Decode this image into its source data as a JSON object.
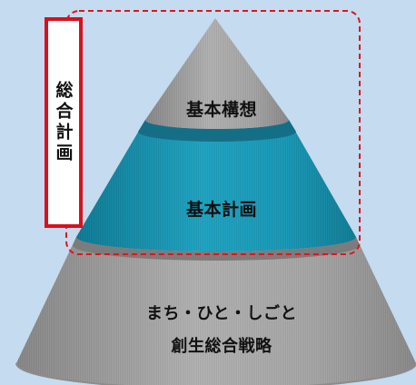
{
  "diagram": {
    "colors": {
      "background": "#c5dbef",
      "cone_gray": "#a5a5a5",
      "cone_teal": "#1b9bb9",
      "highlight_border": "#d8101e"
    },
    "tiers": {
      "top": "基本構想",
      "middle": "基本計画",
      "bottom_line1": "まち・ひと・しごと",
      "bottom_line2": "創生総合戦略"
    },
    "side_label": "総合計画"
  }
}
